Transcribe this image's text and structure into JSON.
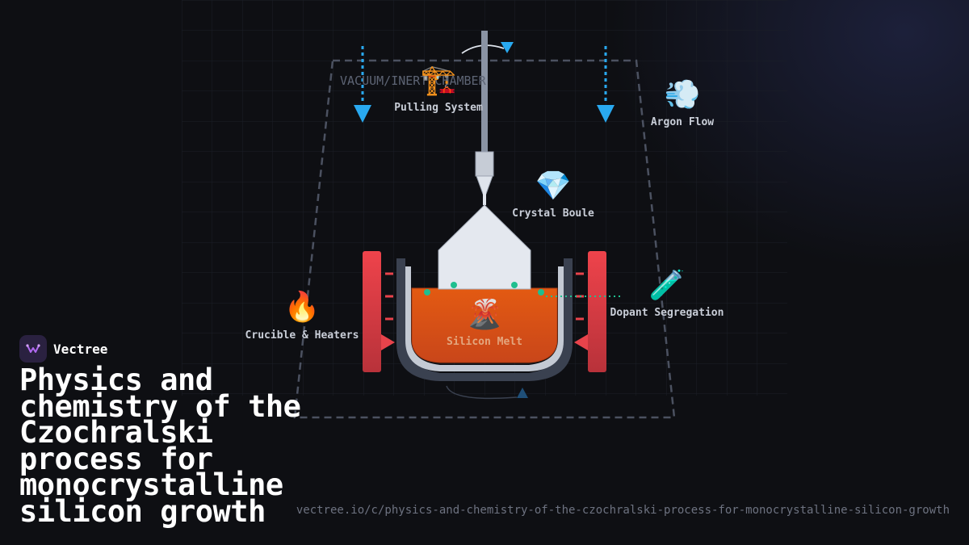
{
  "brand": {
    "name": "Vectree"
  },
  "title": "Physics and chemistry of the Czochralski process for monocrystalline silicon growth",
  "url": "vectree.io/c/physics-and-chemistry-of-the-czochralski-process-for-monocrystalline-silicon-growth",
  "diagram": {
    "chamber_label": "VACUUM/INERT CHAMBER",
    "nodes": [
      {
        "id": "pulling",
        "label": "Pulling System",
        "icon": "crane-icon",
        "glyph": "🏗️"
      },
      {
        "id": "argon",
        "label": "Argon Flow",
        "icon": "dash-wind-icon",
        "glyph": "💨"
      },
      {
        "id": "crystal",
        "label": "Crystal Boule",
        "icon": "gem-icon",
        "glyph": "💎"
      },
      {
        "id": "crucible",
        "label": "Crucible & Heaters",
        "icon": "fire-icon",
        "glyph": "🔥"
      },
      {
        "id": "dopant",
        "label": "Dopant Segregation",
        "icon": "test-tube-icon",
        "glyph": "🧪"
      },
      {
        "id": "melt",
        "label": "Silicon Melt",
        "icon": "volcano-icon",
        "glyph": "🌋"
      }
    ]
  },
  "colors": {
    "background": "#0e0f13",
    "heater": "#e8434b",
    "arrow": "#29a9f0",
    "melt": "#e8641a",
    "dopant": "#1fbf8f",
    "crystal": "#dfe4ec"
  }
}
